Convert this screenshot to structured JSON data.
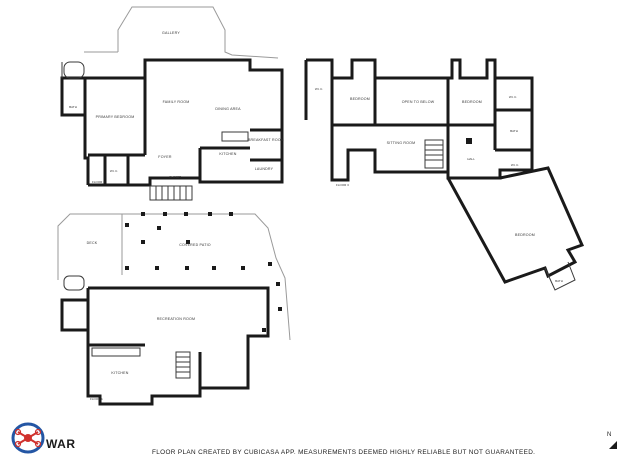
{
  "labels": {
    "gallery": "GALLERY",
    "primary_bedroom": "PRIMARY BEDROOM",
    "family_room": "FAMILY ROOM",
    "dining_area": "DINING AREA",
    "kitchen": "KITCHEN",
    "breakfast_room": "BREAKFAST ROOM",
    "laundry": "LAUNDRY",
    "foyer": "FOYER",
    "closet": "CLOSET",
    "bath_main": "BATH",
    "wic_main": "W.I.C.",
    "floor_2": "FLOOR 2",
    "wic_upper": "W.I.C.",
    "bedroom_1": "BEDROOM",
    "open_to_below": "OPEN TO BELOW",
    "bedroom_2": "BEDROOM",
    "wic_upper_2": "W.I.C.",
    "bath_upper": "BATH",
    "sitting_room": "SITTING ROOM",
    "hall": "HALL",
    "wic_upper_3": "W.I.C.",
    "floor_3": "FLOOR 3",
    "bedroom_3": "BEDROOM",
    "bath_wing": "BATH",
    "deck": "DECK",
    "covered_patio": "COVERED PATIO",
    "recreation_room": "RECREATION ROOM",
    "kitchen_lower": "KITCHEN",
    "floor_1": "FLOOR 1"
  },
  "footer": "FLOOR PLAN CREATED BY CUBICASA APP. MEASUREMENTS DEEMED HIGHLY RELIABLE BUT NOT GUARANTEED.",
  "logo_text": "WAR",
  "north_label": "N",
  "icons": {
    "logo": "drone-logo-icon",
    "north": "north-arrow-icon"
  },
  "colors": {
    "walls": "#1a1a1a",
    "outline": "#9a9a9a",
    "logo_red": "#d0312d",
    "logo_blue": "#2456a4"
  }
}
